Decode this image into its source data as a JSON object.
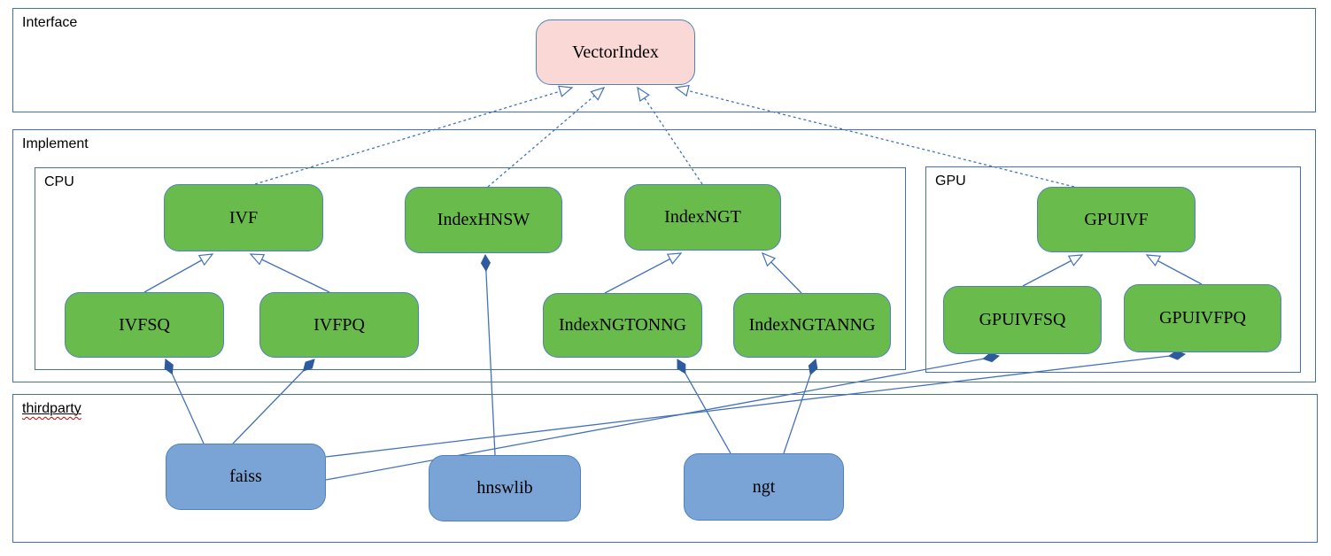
{
  "containers": {
    "interface": {
      "label": "Interface"
    },
    "implement": {
      "label": "Implement"
    },
    "cpu": {
      "label": "CPU"
    },
    "gpu": {
      "label": "GPU"
    },
    "thirdparty": {
      "label": "thirdparty"
    }
  },
  "nodes": {
    "vectorindex": {
      "label": "VectorIndex",
      "kind": "interface",
      "container": "interface"
    },
    "ivf": {
      "label": "IVF",
      "kind": "class",
      "container": "cpu"
    },
    "indexhnsw": {
      "label": "IndexHNSW",
      "kind": "class",
      "container": "cpu"
    },
    "indexngt": {
      "label": "IndexNGT",
      "kind": "class",
      "container": "cpu"
    },
    "ivfsq": {
      "label": "IVFSQ",
      "kind": "class",
      "container": "cpu"
    },
    "ivfpq": {
      "label": "IVFPQ",
      "kind": "class",
      "container": "cpu"
    },
    "indexngtonng": {
      "label": "IndexNGTONNG",
      "kind": "class",
      "container": "cpu"
    },
    "indexngtanng": {
      "label": "IndexNGTANNG",
      "kind": "class",
      "container": "cpu"
    },
    "gpuivf": {
      "label": "GPUIVF",
      "kind": "class",
      "container": "gpu"
    },
    "gpuivfsq": {
      "label": "GPUIVFSQ",
      "kind": "class",
      "container": "gpu"
    },
    "gpuivfpq": {
      "label": "GPUIVFPQ",
      "kind": "class",
      "container": "gpu"
    },
    "faiss": {
      "label": "faiss",
      "kind": "library",
      "container": "thirdparty"
    },
    "hnswlib": {
      "label": "hnswlib",
      "kind": "library",
      "container": "thirdparty"
    },
    "ngt": {
      "label": "ngt",
      "kind": "library",
      "container": "thirdparty"
    }
  },
  "edges": [
    {
      "from": "IVF",
      "to": "VectorIndex",
      "type": "realization"
    },
    {
      "from": "IndexHNSW",
      "to": "VectorIndex",
      "type": "realization"
    },
    {
      "from": "IndexNGT",
      "to": "VectorIndex",
      "type": "realization"
    },
    {
      "from": "GPUIVF",
      "to": "VectorIndex",
      "type": "realization"
    },
    {
      "from": "IVFSQ",
      "to": "IVF",
      "type": "generalization"
    },
    {
      "from": "IVFPQ",
      "to": "IVF",
      "type": "generalization"
    },
    {
      "from": "IndexNGTONNG",
      "to": "IndexNGT",
      "type": "generalization"
    },
    {
      "from": "IndexNGTANNG",
      "to": "IndexNGT",
      "type": "generalization"
    },
    {
      "from": "GPUIVFSQ",
      "to": "GPUIVF",
      "type": "generalization"
    },
    {
      "from": "GPUIVFPQ",
      "to": "GPUIVF",
      "type": "generalization"
    },
    {
      "from": "faiss",
      "to": "IVFSQ",
      "type": "composition"
    },
    {
      "from": "faiss",
      "to": "IVFPQ",
      "type": "composition"
    },
    {
      "from": "faiss",
      "to": "GPUIVFSQ",
      "type": "composition"
    },
    {
      "from": "faiss",
      "to": "GPUIVFPQ",
      "type": "composition"
    },
    {
      "from": "hnswlib",
      "to": "IndexHNSW",
      "type": "composition"
    },
    {
      "from": "ngt",
      "to": "IndexNGTONNG",
      "type": "composition"
    },
    {
      "from": "ngt",
      "to": "IndexNGTANNG",
      "type": "composition"
    }
  ],
  "colors": {
    "container-border": "#4472a8",
    "edge": "#4472b8",
    "edge-dark": "#2e5b9e",
    "node-green": "#69bc4b",
    "node-pink": "#f9d8d6",
    "node-blue": "#7ba4d6",
    "node-border": "#4f81bd",
    "squiggle": "#cc0000",
    "text": "#000000"
  }
}
